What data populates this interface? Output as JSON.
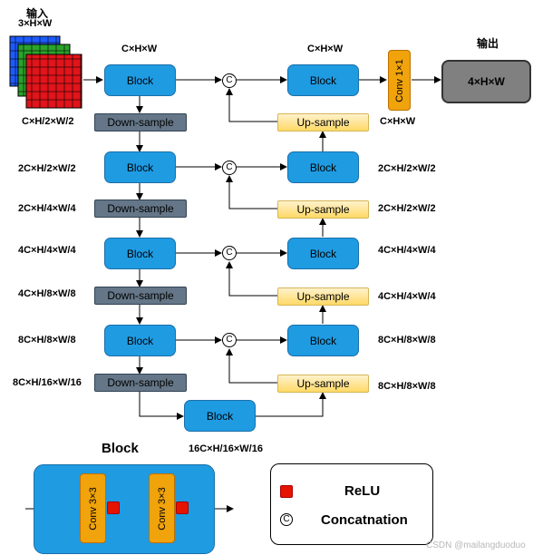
{
  "labels": {
    "input_title": "输入",
    "input_dims": "3×H×W",
    "output_title": "输出",
    "top_left_dims": "C×H×W",
    "top_right_dims": "C×H×W",
    "after_conv_dims": "C×H×W",
    "l1_left_dims": "C×H/2×W/2",
    "l2_left_dims": "2C×H/2×W/2",
    "l2_left_dims_b": "2C×H/4×W/4",
    "l3_left_dims": "4C×H/4×W/4",
    "l3_left_dims_b": "4C×H/8×W/8",
    "l4_left_dims": "8C×H/8×W/8",
    "l4_left_dims_b": "8C×H/16×W/16",
    "r2_dims": "2C×H/2×W/2",
    "r2_dims_b": "2C×H/2×W/2",
    "r3_dims": "4C×H/4×W/4",
    "r3_dims_b": "4C×H/4×W/4",
    "r4_dims": "8C×H/8×W/8",
    "r4_dims_b": "8C×H/8×W/8",
    "bottleneck_dims": "16C×H/16×W/16"
  },
  "nodes": {
    "block": "Block",
    "down_sample": "Down-sample",
    "up_sample": "Up-sample",
    "conv1x1": "Conv 1×1",
    "output_box": "4×H×W",
    "concat_symbol": "C"
  },
  "detail": {
    "title": "Block",
    "conv3x3": "Conv 3×3"
  },
  "legend": {
    "relu_label": "ReLU",
    "concat_label": "Concatnation",
    "concat_symbol": "C"
  },
  "watermark": "CSDN @mailangduoduo",
  "colors": {
    "block": "#1f9be2",
    "down_sample": "#647687",
    "up_sample": "#ffd966",
    "conv": "#f0a30a",
    "relu": "#e51400",
    "output": "#808080"
  }
}
